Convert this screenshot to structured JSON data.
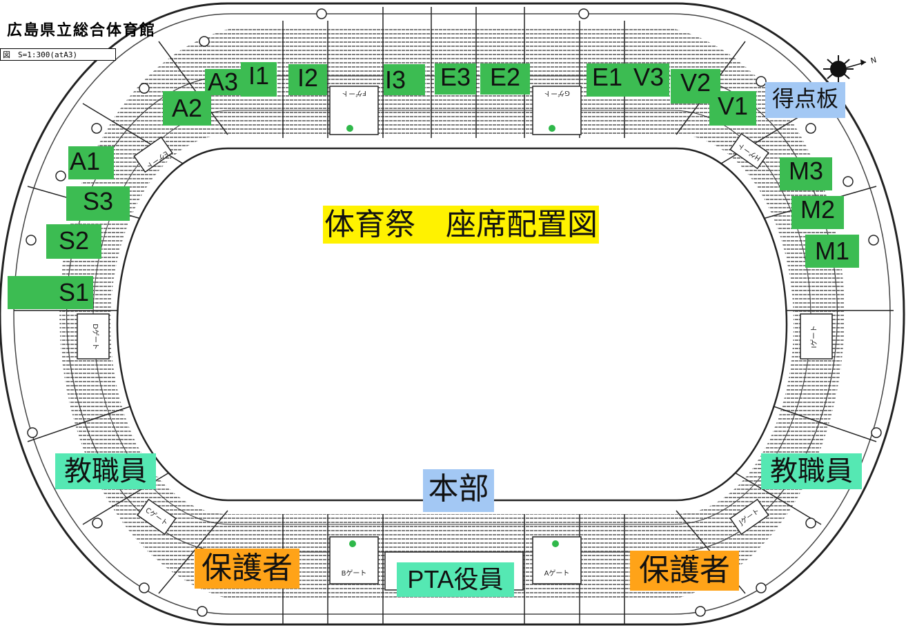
{
  "header": {
    "venue_title": "広島県立総合体育館",
    "scale_note": "図　S=1:300(atA3)"
  },
  "main_title": "体育祭　座席配置図",
  "compass_letter": "N",
  "gate_labels": [
    "Eゲート",
    "Fゲート",
    "Gゲート",
    "Hゲート",
    "Dゲート",
    "Iゲート",
    "Cゲート",
    "Bゲート",
    "Aゲート",
    "Jゲート"
  ],
  "areas": {
    "student_blocks": {
      "A1": "A1",
      "A2": "A2",
      "A3": "A3",
      "I1": "I1",
      "I2": "I2",
      "I3": "I3",
      "E1": "E1",
      "E2": "E2",
      "E3": "E3",
      "V1": "V1",
      "V2": "V2",
      "V3": "V3",
      "S1": "S1",
      "S2": "S2",
      "S3": "S3",
      "M1": "M1",
      "M2": "M2",
      "M3": "M3"
    },
    "scoreboard": "得点板",
    "staff_left": "教職員",
    "staff_right": "教職員",
    "headquarters": "本部",
    "guardians_left": "保護者",
    "guardians_right": "保護者",
    "pta_officers": "PTA役員"
  },
  "colors": {
    "student_block": "#3cbc52",
    "staff": "#55e8b3",
    "info": "#a3c8f4",
    "guardians": "#ffa318",
    "title_highlight": "#fff200",
    "line": "#333333"
  }
}
